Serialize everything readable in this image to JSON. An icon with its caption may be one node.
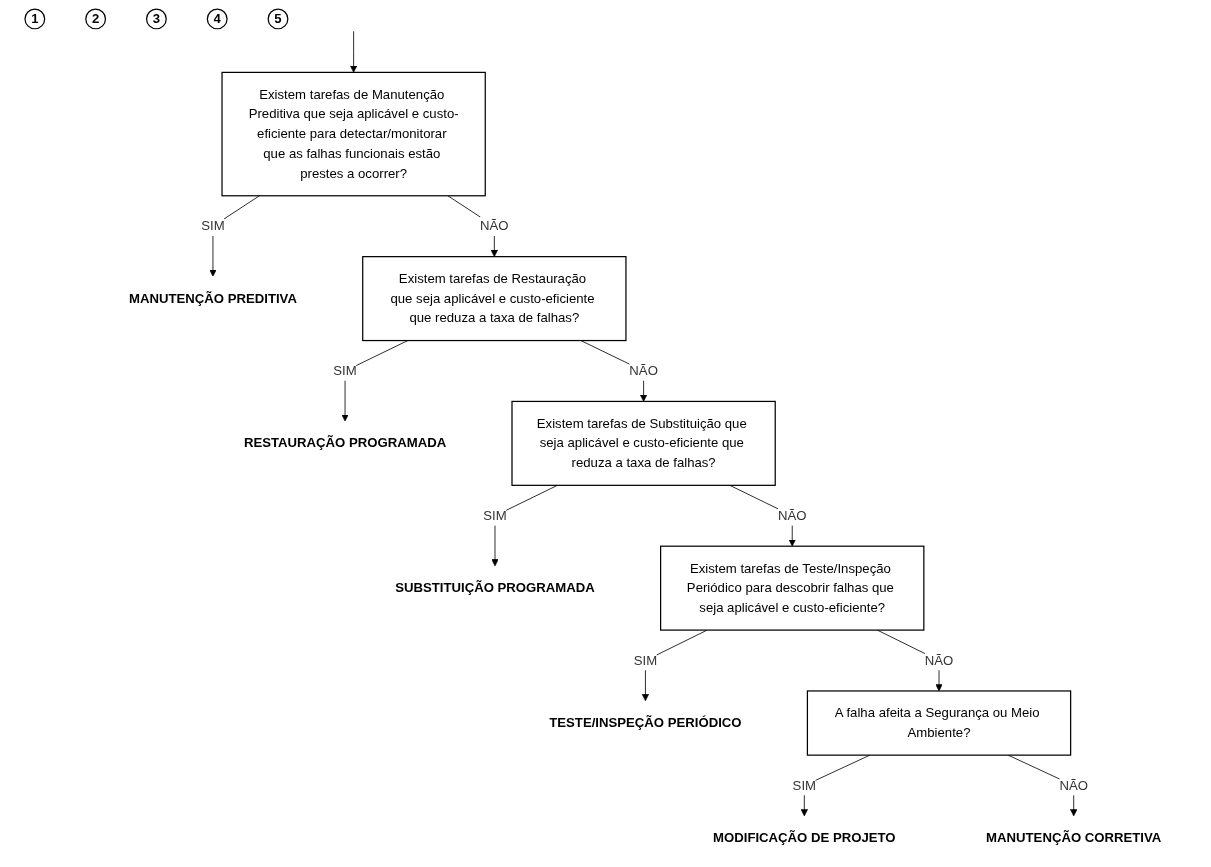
{
  "diagram": {
    "nodes": [
      {
        "text": [
          "1"
        ]
      },
      {
        "text": [
          "Existem tarefas de Manutenção Preditiva que seja aplicável e custo-eficiente para detectar/monitorar que as falhas funcionais estão prestes a ocorrer?"
        ]
      },
      {
        "text": [
          "MANUTENÇÃO PREDITIVA"
        ]
      },
      {
        "text": [
          "2"
        ]
      },
      {
        "text": [
          "Existem tarefas de Restauração que seja aplicável e custo-eficiente que reduza a taxa de falhas?"
        ]
      },
      {
        "text": [
          "RESTAURAÇÃO PROGRAMADA"
        ]
      },
      {
        "text": [
          "3"
        ]
      },
      {
        "text": [
          "Existem tarefas de Substituição que seja aplicável e custo-eficiente que reduza a taxa de falhas?"
        ]
      },
      {
        "text": [
          "SUBSTITUIÇÃO PROGRAMADA"
        ]
      },
      {
        "text": [
          "4"
        ]
      },
      {
        "text": [
          "Existem tarefas de Teste/Inspeção Periódico para descobrir falhas que seja aplicável e custo-eficiente?"
        ]
      },
      {
        "text": [
          "TESTE/INSPEÇÃO PERIÓDICO"
        ]
      },
      {
        "text": [
          "5"
        ]
      },
      {
        "text": [
          "A falha afeita a Segurança ou Meio Ambiente?"
        ]
      },
      {
        "text": [
          "MODIFICAÇÃO DE PROJETO"
        ]
      },
      {
        "text": [
          "MANUTENÇÃO CORRETIVA"
        ]
      }
    ],
    "edges": [
      {
        "from": null,
        "to": 1,
        "arrow": "to"
      },
      {
        "from": 1,
        "to": 2,
        "arrow": "to",
        "label": "SIM"
      },
      {
        "from": 1,
        "to": 4,
        "arrow": "to",
        "label": "NÃO"
      },
      {
        "from": 4,
        "to": 5,
        "arrow": "to",
        "label": "SIM"
      },
      {
        "from": 4,
        "to": 7,
        "arrow": "to",
        "label": "NÃO"
      },
      {
        "from": 7,
        "to": 8,
        "arrow": "to",
        "label": "SIM"
      },
      {
        "from": 7,
        "to": 10,
        "arrow": "to",
        "label": "NÃO"
      },
      {
        "from": 10,
        "to": 11,
        "arrow": "to",
        "label": "SIM"
      },
      {
        "from": 10,
        "to": 13,
        "arrow": "to",
        "label": "NÃO"
      },
      {
        "from": 13,
        "to": 14,
        "arrow": "to",
        "label": "SIM"
      },
      {
        "from": 13,
        "to": 15,
        "arrow": "to",
        "label": "NÃO"
      }
    ]
  }
}
